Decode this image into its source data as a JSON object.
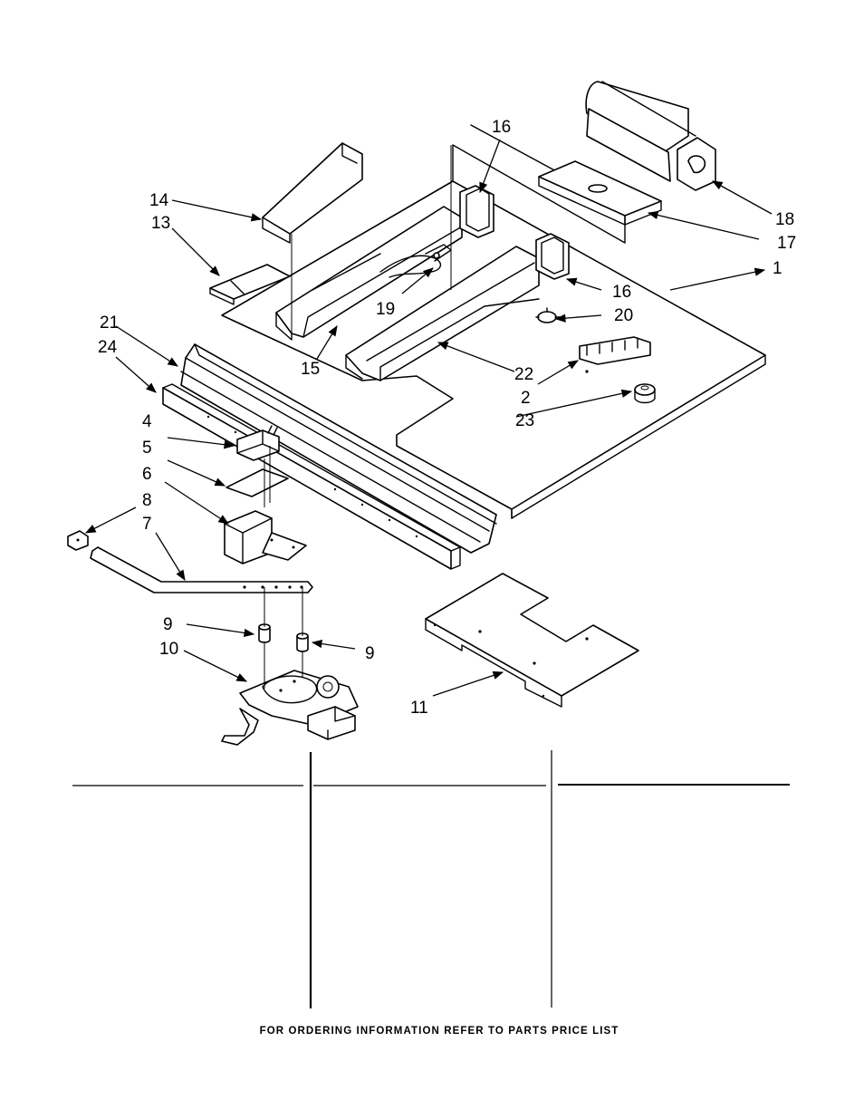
{
  "callouts": {
    "c1": "1",
    "c2": "2",
    "c4": "4",
    "c5": "5",
    "c6": "6",
    "c7": "7",
    "c8": "8",
    "c9a": "9",
    "c9b": "9",
    "c10": "10",
    "c11": "11",
    "c13": "13",
    "c14": "14",
    "c15": "15",
    "c16a": "16",
    "c16b": "16",
    "c17": "17",
    "c18": "18",
    "c19": "19",
    "c20": "20",
    "c21": "21",
    "c22": "22",
    "c23": "23",
    "c24": "24"
  },
  "footer": {
    "note": "FOR ORDERING INFORMATION REFER TO PARTS PRICE LIST"
  }
}
